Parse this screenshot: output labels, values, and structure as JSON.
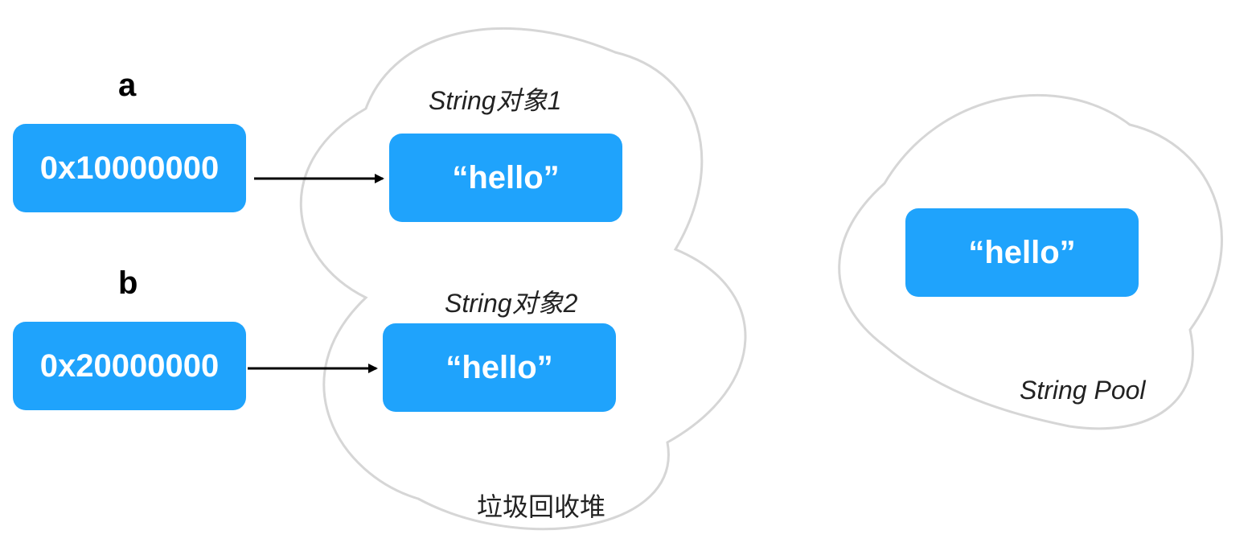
{
  "variables": [
    {
      "name": "a",
      "address": "0x10000000"
    },
    {
      "name": "b",
      "address": "0x20000000"
    }
  ],
  "heap": {
    "label": "垃圾回收堆",
    "objects": [
      {
        "caption": "String对象1",
        "value": "“hello”"
      },
      {
        "caption": "String对象2",
        "value": "“hello”"
      }
    ]
  },
  "pool": {
    "label": "String Pool",
    "value": "“hello”"
  },
  "colors": {
    "box": "#1fa3fc",
    "cloud_stroke": "#d6d6d6",
    "arrow": "#000000"
  }
}
